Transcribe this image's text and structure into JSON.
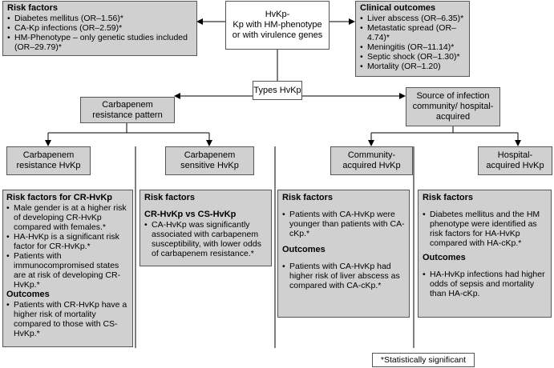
{
  "top_left": {
    "title": "Risk factors",
    "items": [
      "Diabetes mellitus (OR–1.56)*",
      "CA-Kp infections (OR–2.59)*",
      "HM-Phenotype – only genetic studies included (OR–29.79)*"
    ]
  },
  "center_top": {
    "line1": "HvKp-",
    "line2": "Kp with HM-phenotype or with virulence genes"
  },
  "top_right": {
    "title": "Clinical outcomes",
    "items": [
      "Liver abscess (OR–6.35)*",
      "Metastatic spread (OR–4.74)*",
      "Meningitis (OR–11.14)*",
      "Septic shock (OR–1.30)*",
      "Mortality (OR–1.20)"
    ]
  },
  "types": "Types HvKp",
  "carbapenem_pattern": "Carbapenem resistance pattern",
  "source_infection": "Source of infection community/ hospital-acquired",
  "categories": {
    "cr": "Carbapenem resistance HvKp",
    "cs": "Carbapenem sensitive HvKp",
    "ca": "Community-acquired HvKp",
    "ha": "Hospital-acquired HvKp"
  },
  "panel_cr": {
    "title": "Risk factors for CR-HvKp",
    "items": [
      "Male gender is at a higher risk of developing CR-HvKp compared with females.*",
      "HA-HvKp is a significant risk factor for CR-HvKp.*",
      "Patients with immunocompromised states are at risk of developing CR-HvKp.*"
    ],
    "outcomes_title": "Outcomes",
    "outcomes": [
      "Patients with CR-HvKp have a higher risk of mortality compared to those with CS-HvKp.*"
    ]
  },
  "panel_cs": {
    "title": "Risk factors",
    "subtitle": "CR-HvKp vs CS-HvKp",
    "items": [
      "CA-HvKp was significantly associated with carbapenem susceptibility, with lower odds of carbapenem resistance.*"
    ]
  },
  "panel_ca": {
    "title": "Risk factors",
    "items": [
      "Patients with CA-HvKp were younger than patients with CA-cKp.*"
    ],
    "outcomes_title": "Outcomes",
    "outcomes": [
      "Patients with CA-HvKp had higher risk of liver abscess as compared with CA-cKp.*"
    ]
  },
  "panel_ha": {
    "title": "Risk factors",
    "items": [
      "Diabetes mellitus and the HM phenotype were identified as risk factors for HA-HvKp compared with HA-cKp.*"
    ],
    "outcomes_title": "Outcomes",
    "outcomes": [
      "HA-HvKp infections had higher odds of sepsis and mortality than HA-cKp."
    ]
  },
  "footnote": "*Statistically significant",
  "colors": {
    "box_fill": "#d0d0d0",
    "border": "#555555",
    "line": "#000000"
  }
}
